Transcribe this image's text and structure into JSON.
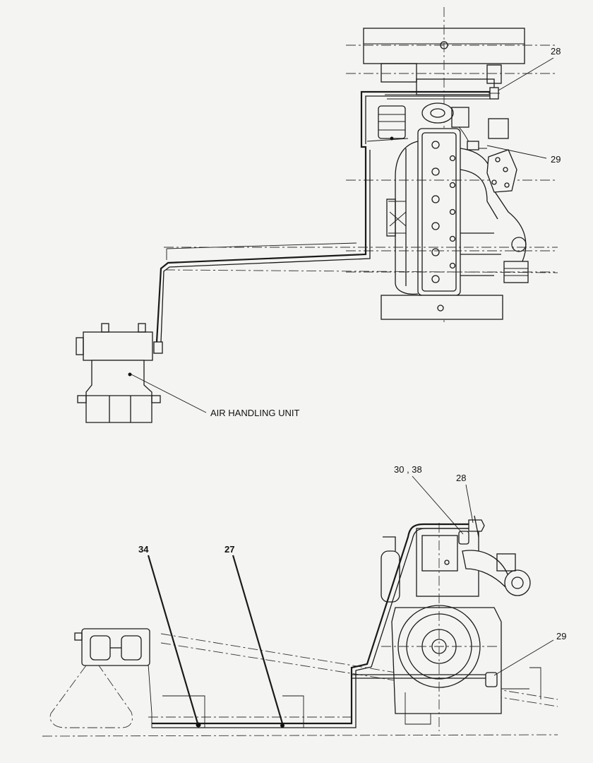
{
  "callouts": {
    "top_28": "28",
    "top_29": "29",
    "bottom_30_38": "30 , 38",
    "bottom_28": "28",
    "bottom_29": "29",
    "bottom_34": "34",
    "bottom_27": "27"
  },
  "labels": {
    "air_handling_unit": "AIR HANDLING UNIT"
  }
}
